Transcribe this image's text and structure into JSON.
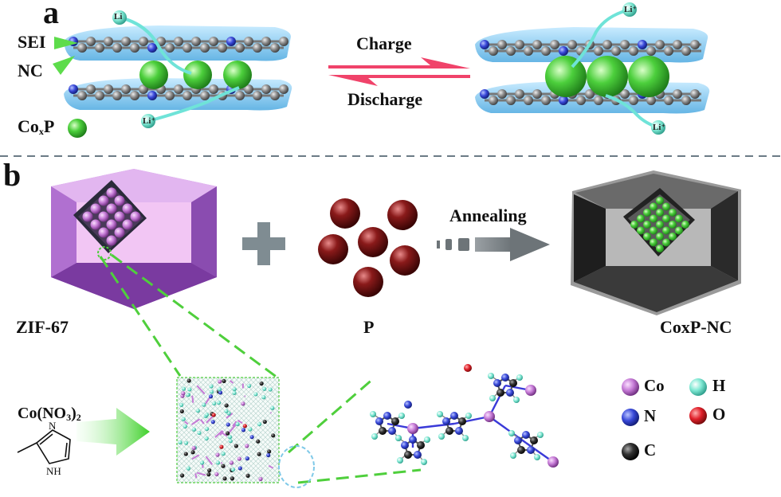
{
  "panel_a": {
    "label": "a",
    "sei_label": "SEI",
    "nc_label": "NC",
    "coxp_prefix": "Co",
    "coxp_sub": "x",
    "coxp_suffix": "P",
    "li_ion": "Li",
    "li_ion_plus": "Li⁺",
    "charge_label": "Charge",
    "discharge_label": "Discharge",
    "arrow_color": "#f0436a"
  },
  "panel_b": {
    "label": "b",
    "zif_label": "ZIF-67",
    "p_label": "P",
    "annealing_label": "Annealing",
    "product_label": "CoxP-NC",
    "precursor_prefix": "Co(NO",
    "precursor_sub1": "3",
    "precursor_mid": ")",
    "precursor_sub2": "2",
    "linker_n": "N",
    "linker_nh": "NH"
  },
  "legend": [
    {
      "symbol": "Co",
      "color": "#d98fe0"
    },
    {
      "symbol": "H",
      "color": "#7fe8d3"
    },
    {
      "symbol": "N",
      "color": "#2f3fd8"
    },
    {
      "symbol": "O",
      "color": "#e0202a"
    },
    {
      "symbol": "C",
      "color": "#222222"
    }
  ],
  "colors": {
    "zif_purple": "#b87ad6",
    "coxp_green": "#3fc53a",
    "phosphorus": "#7a1414",
    "dash_green": "#4fcf3c",
    "separator": "#6b7b86"
  }
}
